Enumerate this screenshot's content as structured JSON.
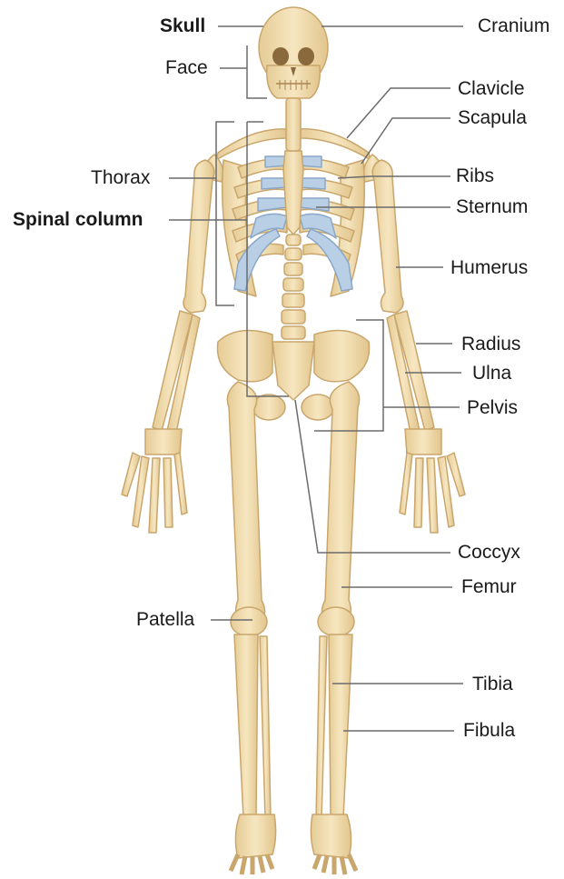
{
  "colors": {
    "bone": "#f1ddb0",
    "bone_stroke": "#c9a66c",
    "bone_shadow": "#dcc08a",
    "cartilage": "#b9cfe6",
    "cartilage_stroke": "#8aa7c8",
    "leader": "#6b6b6b",
    "background": "#ffffff"
  },
  "labels": {
    "skull": "Skull",
    "face": "Face",
    "thorax": "Thorax",
    "spinal_column": "Spinal column",
    "patella": "Patella",
    "cranium": "Cranium",
    "clavicle": "Clavicle",
    "scapula": "Scapula",
    "ribs": "Ribs",
    "sternum": "Sternum",
    "humerus": "Humerus",
    "radius": "Radius",
    "ulna": "Ulna",
    "pelvis": "Pelvis",
    "coccyx": "Coccyx",
    "femur": "Femur",
    "tibia": "Tibia",
    "fibula": "Fibula"
  }
}
